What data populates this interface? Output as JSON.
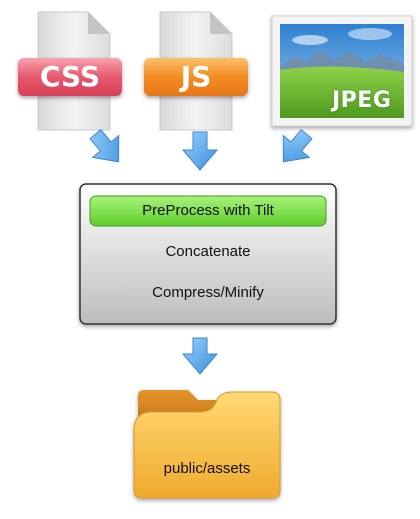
{
  "inputs": {
    "css_label": "CSS",
    "js_label": "JS",
    "jpeg_label": "JPEG"
  },
  "process": {
    "step1": "PreProcess with Tilt",
    "step2": "Concatenate",
    "step3": "Compress/Minify"
  },
  "output": {
    "folder_label": "public/assets"
  },
  "colors": {
    "css_badge": "#e8576b",
    "js_badge": "#f08a1e",
    "arrow": "#5aa8e8",
    "tilt_green": "#7ee04a",
    "folder": "#f2b83a"
  },
  "icons": [
    "document-icon",
    "image-icon",
    "arrow-down-icon",
    "folder-icon"
  ]
}
